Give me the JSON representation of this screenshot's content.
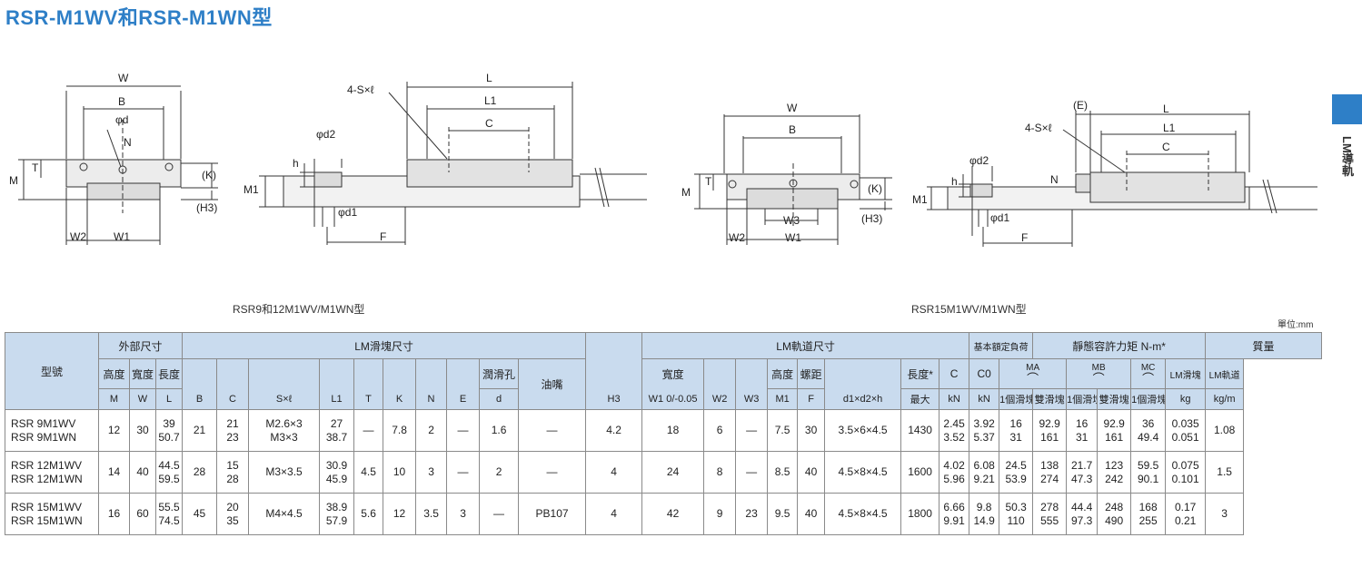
{
  "title": "RSR-M1WV和RSR-M1WN型",
  "side_label": "LM導軌",
  "captions": {
    "left": "RSR9和12M1WV/M1WN型",
    "right": "RSR15M1WV/M1WN型"
  },
  "unit": "單位:mm",
  "labels": {
    "W": "W",
    "B": "B",
    "phi_d": "φd",
    "N": "N",
    "T": "T",
    "M": "M",
    "K": "(K)",
    "H3": "(H3)",
    "W2": "W2",
    "W1": "W1",
    "W3": "W3",
    "L": "L",
    "L1": "L1",
    "C": "C",
    "S": "4-S×ℓ",
    "phi_d2": "φd2",
    "phi_d1": "φd1",
    "h": "h",
    "M1": "M1",
    "F": "F",
    "E": "(E)"
  },
  "table": {
    "h1": {
      "model": "型號",
      "outer": "外部尺寸",
      "block": "LM滑塊尺寸",
      "rail": "LM軌道尺寸",
      "load": "基本額定負荷",
      "moment": "靜態容許力矩 N-m*",
      "mass": "質量"
    },
    "h2": {
      "height": "高度",
      "width": "寬度",
      "length": "長度",
      "lube_hole": "潤滑孔",
      "nipple": "油嘴",
      "rail_width": "寬度",
      "rail_height": "高度",
      "pitch": "螺距",
      "rail_length": "長度*",
      "C": "C",
      "C0": "C0",
      "MA": "MA",
      "MB": "MB",
      "MC": "MC",
      "lm_block": "LM滑塊",
      "lm_rail": "LM軌道"
    },
    "h3": {
      "M": "M",
      "W": "W",
      "L": "L",
      "B": "B",
      "C": "C",
      "S": "S×ℓ",
      "L1": "L1",
      "T": "T",
      "K": "K",
      "N": "N",
      "E": "E",
      "d": "d",
      "H3": "H3",
      "W1": "W1",
      "W1_tol_up": "0",
      "W1_tol_low": "-0.05",
      "W2": "W2",
      "W3": "W3",
      "M1": "M1",
      "F": "F",
      "d1d2h": "d1×d2×h",
      "max": "最大",
      "kN1": "kN",
      "kN2": "kN",
      "one": "1個滑塊",
      "two": "雙滑塊",
      "one_b": "1個滑塊",
      "two_b": "雙滑塊",
      "one_c": "1個滑塊",
      "kg": "kg",
      "kgm": "kg/m"
    },
    "rows": [
      {
        "model": [
          "RSR 9M1WV",
          "RSR 9M1WN"
        ],
        "M": "12",
        "W": "30",
        "L": [
          "39",
          "50.7"
        ],
        "B": "21",
        "C": [
          "21",
          "23"
        ],
        "S": [
          "M2.6×3",
          "M3×3"
        ],
        "L1": [
          "27",
          "38.7"
        ],
        "T": "—",
        "K": "7.8",
        "N": "2",
        "E": "—",
        "d": "1.6",
        "nipple": "—",
        "H3": "4.2",
        "W1": "18",
        "W2": "6",
        "W3": "—",
        "M1": "7.5",
        "F": "30",
        "d1d2h": "3.5×6×4.5",
        "Lmax": "1430",
        "Cval": [
          "2.45",
          "3.52"
        ],
        "C0": [
          "3.92",
          "5.37"
        ],
        "MA1": [
          "16",
          "31"
        ],
        "MA2": [
          "92.9",
          "161"
        ],
        "MB1": [
          "16",
          "31"
        ],
        "MB2": [
          "92.9",
          "161"
        ],
        "MC1": [
          "36",
          "49.4"
        ],
        "kg": [
          "0.035",
          "0.051"
        ],
        "kgm": "1.08"
      },
      {
        "model": [
          "RSR 12M1WV",
          "RSR 12M1WN"
        ],
        "M": "14",
        "W": "40",
        "L": [
          "44.5",
          "59.5"
        ],
        "B": "28",
        "C": [
          "15",
          "28"
        ],
        "S": [
          "M3×3.5"
        ],
        "L1": [
          "30.9",
          "45.9"
        ],
        "T": "4.5",
        "K": "10",
        "N": "3",
        "E": "—",
        "d": "2",
        "nipple": "—",
        "H3": "4",
        "W1": "24",
        "W2": "8",
        "W3": "—",
        "M1": "8.5",
        "F": "40",
        "d1d2h": "4.5×8×4.5",
        "Lmax": "1600",
        "Cval": [
          "4.02",
          "5.96"
        ],
        "C0": [
          "6.08",
          "9.21"
        ],
        "MA1": [
          "24.5",
          "53.9"
        ],
        "MA2": [
          "138",
          "274"
        ],
        "MB1": [
          "21.7",
          "47.3"
        ],
        "MB2": [
          "123",
          "242"
        ],
        "MC1": [
          "59.5",
          "90.1"
        ],
        "kg": [
          "0.075",
          "0.101"
        ],
        "kgm": "1.5"
      },
      {
        "model": [
          "RSR 15M1WV",
          "RSR 15M1WN"
        ],
        "M": "16",
        "W": "60",
        "L": [
          "55.5",
          "74.5"
        ],
        "B": "45",
        "C": [
          "20",
          "35"
        ],
        "S": [
          "M4×4.5"
        ],
        "L1": [
          "38.9",
          "57.9"
        ],
        "T": "5.6",
        "K": "12",
        "N": "3.5",
        "E": "3",
        "d": "—",
        "nipple": "PB107",
        "H3": "4",
        "W1": "42",
        "W2": "9",
        "W3": "23",
        "M1": "9.5",
        "F": "40",
        "d1d2h": "4.5×8×4.5",
        "Lmax": "1800",
        "Cval": [
          "6.66",
          "9.91"
        ],
        "C0": [
          "9.8",
          "14.9"
        ],
        "MA1": [
          "50.3",
          "110"
        ],
        "MA2": [
          "278",
          "555"
        ],
        "MB1": [
          "44.4",
          "97.3"
        ],
        "MB2": [
          "248",
          "490"
        ],
        "MC1": [
          "168",
          "255"
        ],
        "kg": [
          "0.17",
          "0.21"
        ],
        "kgm": "3"
      }
    ]
  }
}
